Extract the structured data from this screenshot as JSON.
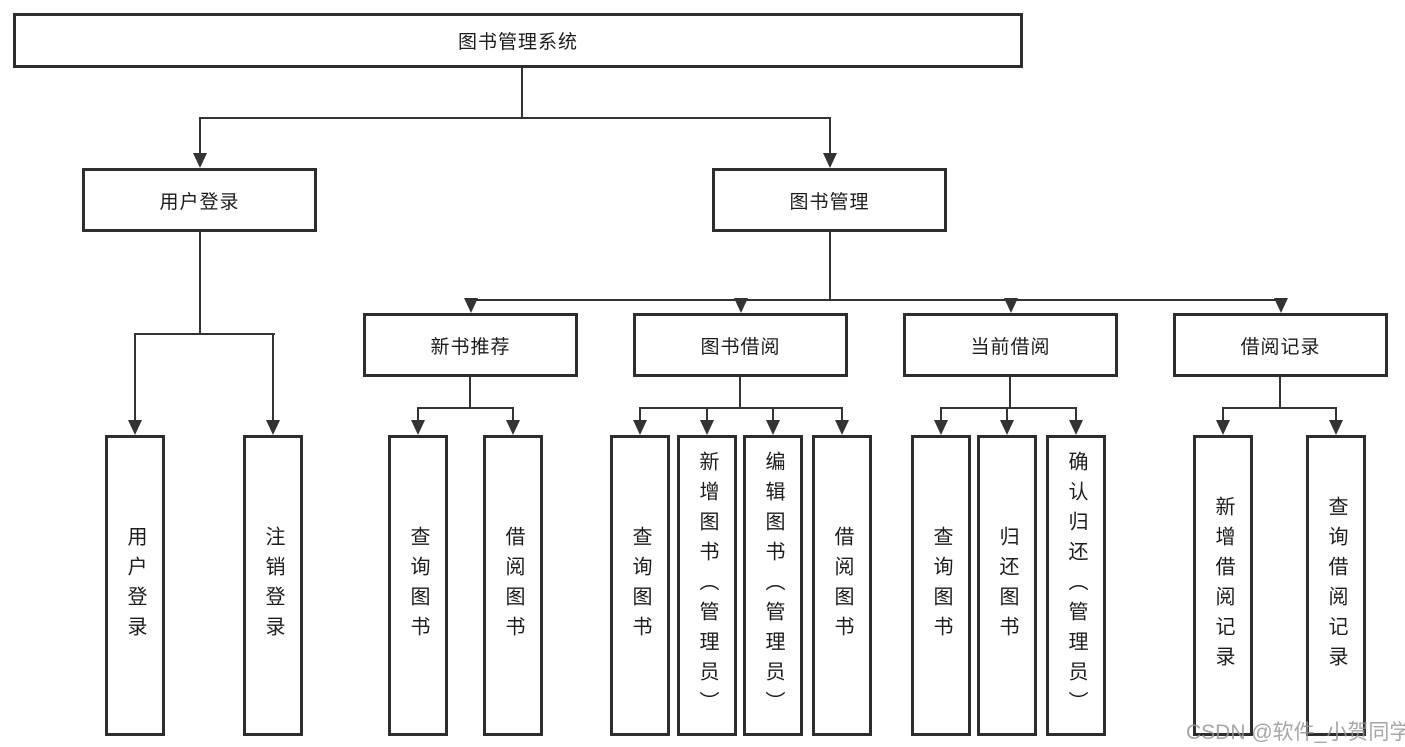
{
  "diagram": {
    "title": "图书管理系统",
    "branches": [
      {
        "label": "用户登录",
        "children": [
          "用户登录",
          "注销登录"
        ]
      },
      {
        "label": "图书管理",
        "sections": [
          {
            "label": "新书推荐",
            "children": [
              "查询图书",
              "借阅图书"
            ]
          },
          {
            "label": "图书借阅",
            "children": [
              "查询图书",
              "新增图书（管理员）",
              "编辑图书（管理员）",
              "借阅图书"
            ]
          },
          {
            "label": "当前借阅",
            "children": [
              "查询图书",
              "归还图书",
              "确认归还（管理员）"
            ]
          },
          {
            "label": "借阅记录",
            "children": [
              "新增借阅记录",
              "查询借阅记录"
            ]
          }
        ]
      }
    ]
  },
  "watermark": {
    "text": "CSDN @软件_小贺同学"
  },
  "colors": {
    "line": "#333333",
    "box_border": "#2d2d2d",
    "text": "#1c1c1c",
    "watermark": "#969696",
    "background": "#ffffff"
  }
}
